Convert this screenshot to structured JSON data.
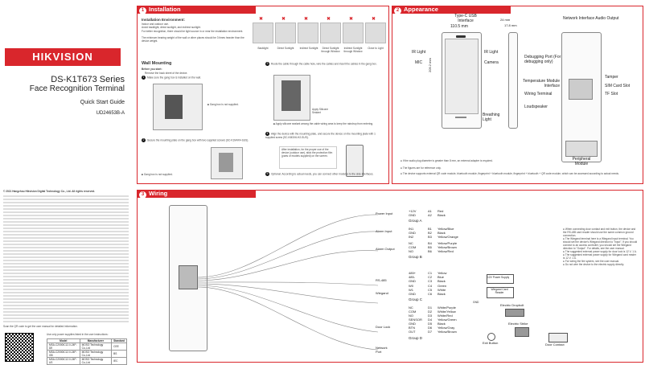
{
  "cover": {
    "brand": "HIKVISION",
    "series": "DS-K1T673 Series",
    "product": "Face Recognition Terminal",
    "guide": "Quick Start Guide",
    "doc_id": "UD24653B-A",
    "legal_title": "© 2021 Hangzhou Hikvision Digital Technology Co., Ltd. All rights reserved.",
    "qr_caption": "Scan the QR code to get the user manual for detailed information.",
    "psu_note": "Use only power supplies listed in the user instructions:",
    "psu_table": {
      "headers": [
        "Model",
        "Manufacturer",
        "Standard"
      ],
      "rows": [
        [
          "MSA-C2000IC12.0-24P-DE",
          "MOSO Technology Co.,Ltd",
          "CEE"
        ],
        [
          "MSA-C2000IC12.0-24P-GB",
          "MOSO Technology Co.,Ltd",
          "BS"
        ],
        [
          "MSA-C2000IC12.0-24P-US",
          "MOSO Technology Co.,Ltd",
          "IEC"
        ]
      ]
    }
  },
  "installation": {
    "num": "1",
    "title": "Installation",
    "env_title": "Installation Environment:",
    "env_lines": [
      "Indoor and outdoor use.",
      "Avoid backlight, direct sunlight, and indirect sunlight.",
      "For better recognition, there should be light source in or near the installation environment.",
      "The minimum bearing weight of the wall or other places should be 3 times heavier than the device weight."
    ],
    "light_labels": [
      "Backlight",
      "Direct Sunlight",
      "Indirect Sunlight",
      "Direct Sunlight through Window",
      "Indirect Sunlight through Window",
      "Close to Light"
    ],
    "wall_title": "Wall Mounting",
    "before": "Before you start:",
    "before_text": "Remove the back sheet of the device.",
    "steps": [
      "Make sure the gang box is installed on the wall.",
      "Secure the mounting plate on the gang box with two supplied screws (SC-K1M4X4-SUS).",
      "Route the cable through the cable hole, wire the cables and insert the cables in the gang box.",
      "Align the device with the mounting plate, and secure the device on the mounting plate with 1 supplied screw (SC-KM3X6-H2-SUS).",
      "Optional: According to actual needs, you can connect other modules to the side interfaces."
    ],
    "note_gang1": "Gang box is not supplied.",
    "note_gang2": "Gang box is not supplied.",
    "note_silicone": "Apply silicone sealant among the cable wiring area to keep the raindrop from entering.",
    "apply_silicone": "Apply Silicone Sealant",
    "note_after": "After installation, for the proper use of the device (outdoor use), stick the protection film (parts of models supplied) on the screen."
  },
  "appearance": {
    "num": "2",
    "title": "Appearance",
    "labels": {
      "usb": "Type-C USB Interface",
      "ir_left": "IR Light",
      "ir_right": "IR Light",
      "mic": "MIC",
      "camera": "Camera",
      "breathing": "Breathing Light",
      "network": "Network Interface Audio Output",
      "debug": "Debugging Port (For debugging only)",
      "tamper": "Tamper",
      "temp": "Temperature Module Interface",
      "sim": "SIM Card Slot",
      "wiring": "Wiring Terminal",
      "tf": "TF Slot",
      "speaker": "Loudspeaker",
      "peripheral": "Peripheral Module"
    },
    "dims": {
      "width": "110.5 mm",
      "height": "209.2 mm",
      "depth1": "24 mm",
      "depth2": "17.8 mm"
    },
    "notes": [
      "If the audio plug diameter is greater than 8 mm, an external adapter is required.",
      "The figures are for reference only.",
      "The device supports external QR code module, bluetooth module, fingerprint + bluetooth module, fingerprint + bluetooth + QR code module, which can be accessed according to actual needs."
    ]
  },
  "wiring": {
    "num": "3",
    "title": "Wiring",
    "ports": [
      "Power Input",
      "Alarm Input",
      "Alarm Output",
      "RS-485",
      "Wiegand",
      "Door Lock",
      "Network Port"
    ],
    "groups": [
      "Group A",
      "Group B",
      "Group C",
      "Group D"
    ],
    "pins": [
      [
        "+12V",
        "A1",
        "Red"
      ],
      [
        "GND",
        "A2",
        "Black"
      ],
      [
        "IN1",
        "B1",
        "Yellow/Blue"
      ],
      [
        "GND",
        "B2",
        "Black"
      ],
      [
        "IN2",
        "B3",
        "Yellow/Orange"
      ],
      [
        "NC",
        "B4",
        "Yellow/Purple"
      ],
      [
        "COM",
        "B5",
        "Yellow/Brown"
      ],
      [
        "NO",
        "B6",
        "Yellow/Red"
      ],
      [
        "485+",
        "C1",
        "Yellow"
      ],
      [
        "485-",
        "C2",
        "Blue"
      ],
      [
        "GND",
        "C3",
        "Black"
      ],
      [
        "W0",
        "C4",
        "Green"
      ],
      [
        "W1",
        "C5",
        "White"
      ],
      [
        "GND",
        "C6",
        "Black"
      ],
      [
        "NC",
        "D1",
        "White/Purple"
      ],
      [
        "COM",
        "D2",
        "White/Yellow"
      ],
      [
        "NO",
        "D3",
        "White/Red"
      ],
      [
        "SENSOR",
        "D4",
        "Yellow/Green"
      ],
      [
        "GND",
        "D5",
        "Black"
      ],
      [
        "BTN",
        "D6",
        "Yellow/Gray"
      ],
      [
        "OUT",
        "D7",
        "Yellow/Brown"
      ]
    ],
    "aux": {
      "psu": "12V Power Supply",
      "reader": "Wiegand Card Reader",
      "gnd": "GND",
      "electric_dropbolt": "Electric Dropbolt",
      "electric_strike": "Electric Strike",
      "exit_button": "Exit Button",
      "door_contact": "Door Contact"
    },
    "notes": [
      "When connecting door contact and exit button, the device and the RS-485 card reader should use the same common ground connection.",
      "The Wiegand terminal here is a Wiegand input terminal. You should set the device's Wiegand direction to \"Input\". If you should connect to an access controller, you should set the Wiegand direction to \"Output\". For details, see the user manual.",
      "The suggested external power supply for door lock is 12 V, 1 A.",
      "The suggested external power supply for Wiegand card reader is 12 V, 1 A.",
      "For wiring the fire system, see the user manual.",
      "Do not wire the device to the electric supply directly."
    ]
  },
  "colors": {
    "brand_red": "#d9262c",
    "text": "#222222"
  }
}
